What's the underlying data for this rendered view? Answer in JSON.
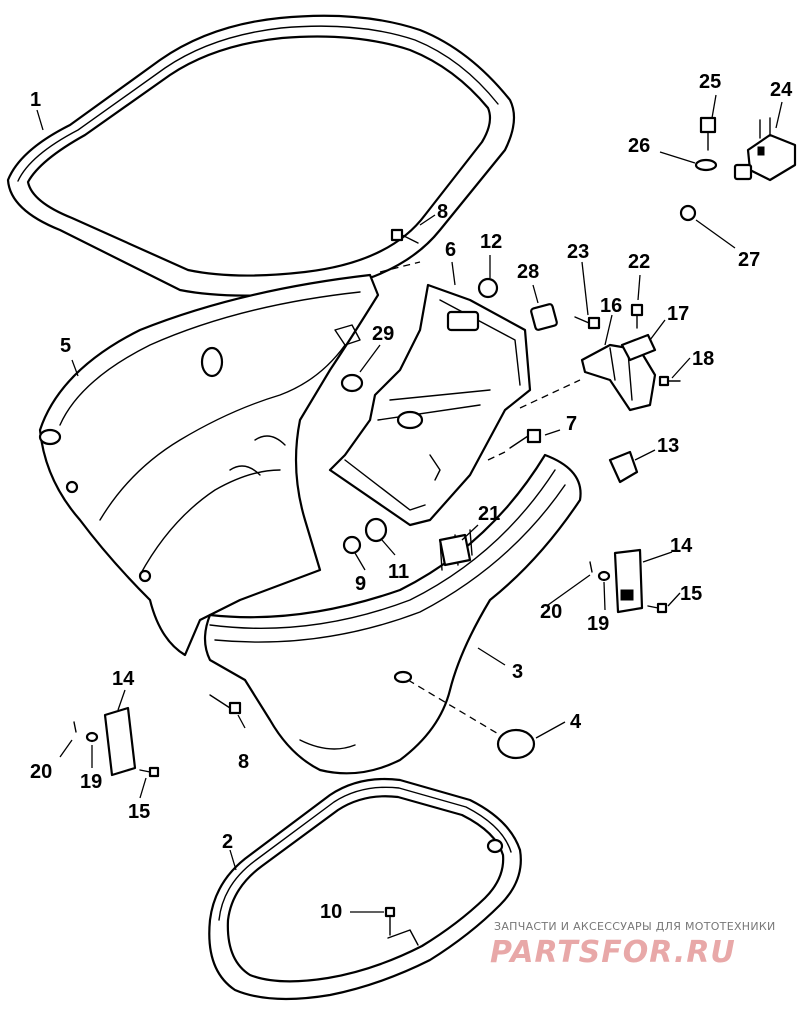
{
  "diagram": {
    "callouts": {
      "c1": "1",
      "c2": "2",
      "c3": "3",
      "c4": "4",
      "c5": "5",
      "c6": "6",
      "c7": "7",
      "c8a": "8",
      "c8b": "8",
      "c9": "9",
      "c10": "10",
      "c11": "11",
      "c12": "12",
      "c13": "13",
      "c14a": "14",
      "c14b": "14",
      "c15a": "15",
      "c15b": "15",
      "c16": "16",
      "c17": "17",
      "c18": "18",
      "c19a": "19",
      "c19b": "19",
      "c20a": "20",
      "c20b": "20",
      "c21": "21",
      "c22": "22",
      "c23": "23",
      "c24": "24",
      "c25": "25",
      "c26": "26",
      "c27": "27",
      "c28": "28",
      "c29": "29"
    }
  },
  "watermark": {
    "tagline": "ЗАПЧАСТИ И АКСЕССУАРЫ ДЛЯ МОТОТЕХНИКИ",
    "logo": "PARTSFOR.RU"
  },
  "colors": {
    "line": "#000000",
    "background": "#ffffff",
    "watermark": "#e8a8a8"
  }
}
